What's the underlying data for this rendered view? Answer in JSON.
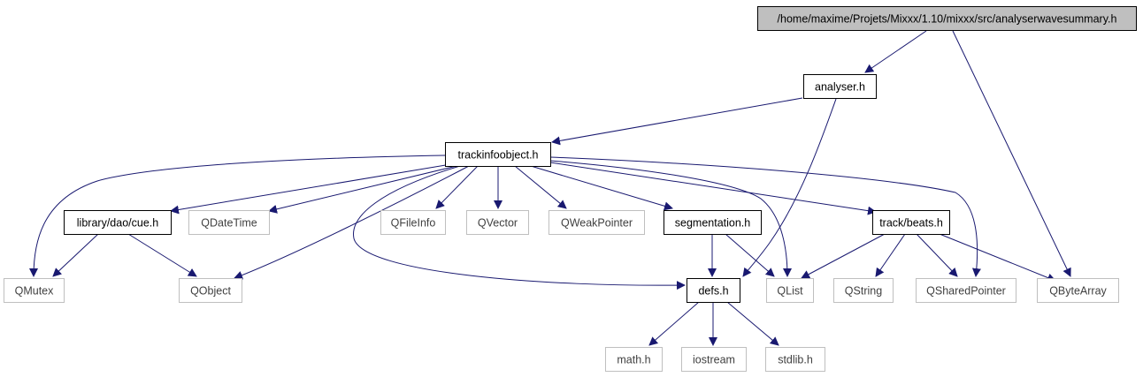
{
  "colors": {
    "edge": "#191970",
    "root_fill": "#bfbfbf",
    "project_border": "#000000",
    "external_border": "#bfbfbf",
    "external_text": "#404040"
  },
  "nodes": {
    "root": "/home/maxime/Projets/Mixxx/1.10/mixxx/src/analyserwavesummary.h",
    "analyser": "analyser.h",
    "trackinfo": "trackinfoobject.h",
    "cue": "library/dao/cue.h",
    "qdatetime": "QDateTime",
    "qfileinfo": "QFileInfo",
    "qvector": "QVector",
    "qweakpointer": "QWeakPointer",
    "segmentation": "segmentation.h",
    "beats": "track/beats.h",
    "qmutex": "QMutex",
    "qobject": "QObject",
    "defs": "defs.h",
    "qlist": "QList",
    "qstring": "QString",
    "qsharedpointer": "QSharedPointer",
    "qbytearray": "QByteArray",
    "math": "math.h",
    "iostream": "iostream",
    "stdlib": "stdlib.h"
  },
  "edges": [
    [
      "root",
      "analyser"
    ],
    [
      "root",
      "qbytearray"
    ],
    [
      "analyser",
      "trackinfo"
    ],
    [
      "analyser",
      "defs"
    ],
    [
      "trackinfo",
      "qmutex"
    ],
    [
      "trackinfo",
      "cue"
    ],
    [
      "trackinfo",
      "qdatetime"
    ],
    [
      "trackinfo",
      "qobject"
    ],
    [
      "trackinfo",
      "defs"
    ],
    [
      "trackinfo",
      "qfileinfo"
    ],
    [
      "trackinfo",
      "qvector"
    ],
    [
      "trackinfo",
      "qweakpointer"
    ],
    [
      "trackinfo",
      "segmentation"
    ],
    [
      "trackinfo",
      "qlist"
    ],
    [
      "trackinfo",
      "beats"
    ],
    [
      "trackinfo",
      "qsharedpointer"
    ],
    [
      "cue",
      "qmutex"
    ],
    [
      "cue",
      "qobject"
    ],
    [
      "segmentation",
      "defs"
    ],
    [
      "segmentation",
      "qlist"
    ],
    [
      "beats",
      "qlist"
    ],
    [
      "beats",
      "qstring"
    ],
    [
      "beats",
      "qsharedpointer"
    ],
    [
      "beats",
      "qbytearray"
    ],
    [
      "defs",
      "math"
    ],
    [
      "defs",
      "iostream"
    ],
    [
      "defs",
      "stdlib"
    ]
  ]
}
